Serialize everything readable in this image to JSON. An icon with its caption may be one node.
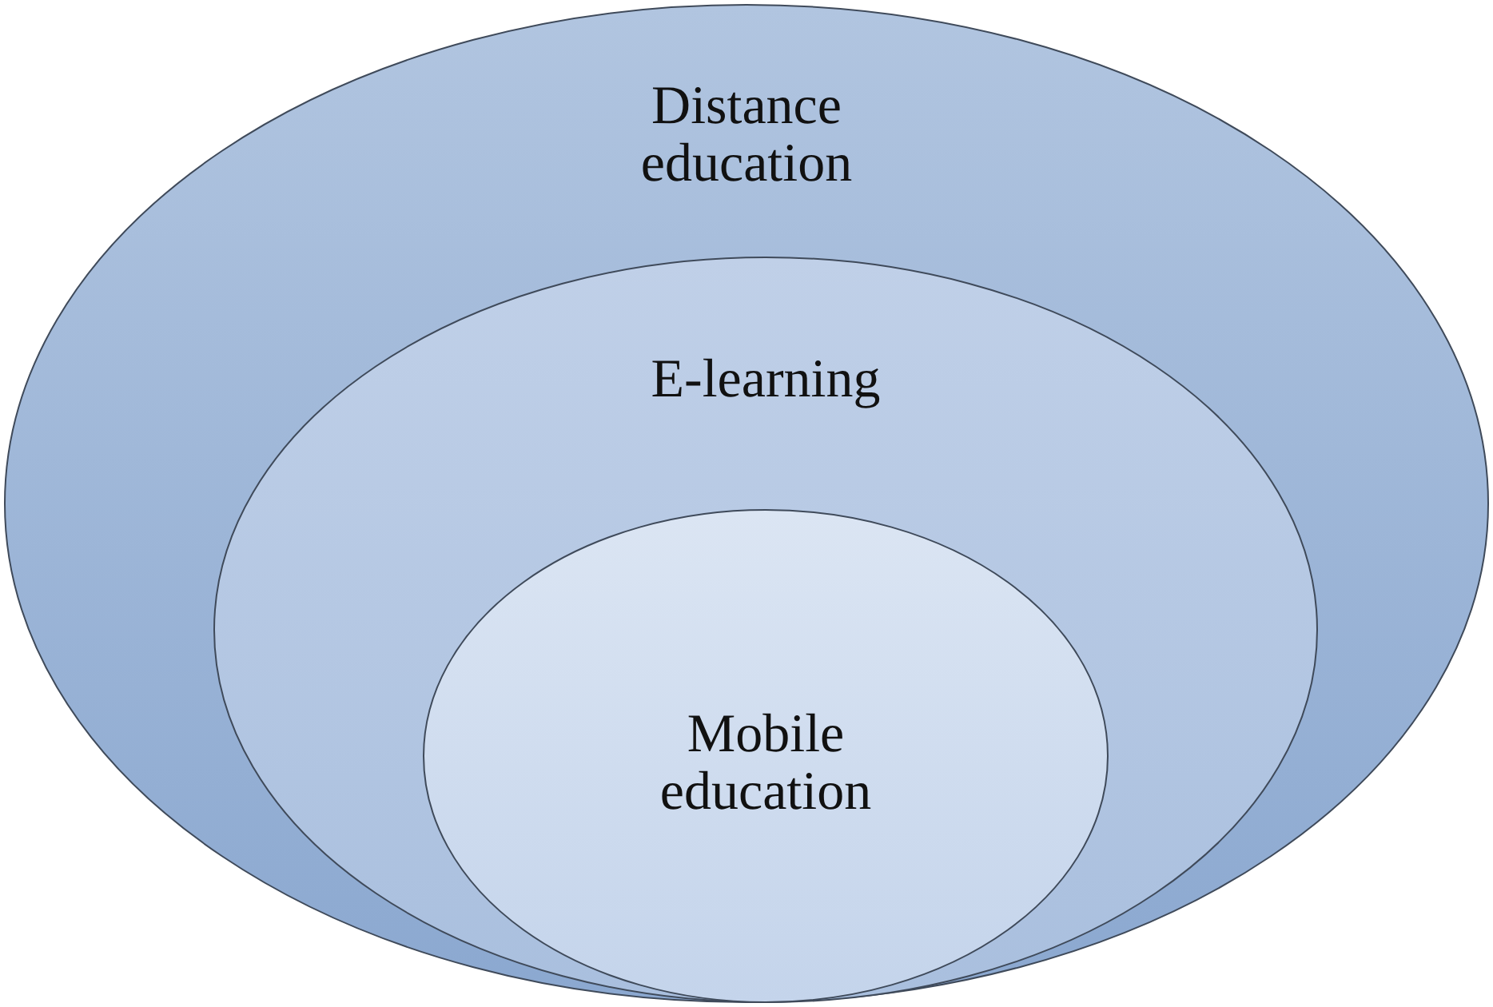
{
  "diagram": {
    "nodes": [
      {
        "text": [
          "Distance education"
        ]
      },
      {
        "text": [
          "E-learning"
        ],
        "in": 0
      },
      {
        "text": [
          "Mobile education"
        ],
        "in": 1
      }
    ]
  }
}
